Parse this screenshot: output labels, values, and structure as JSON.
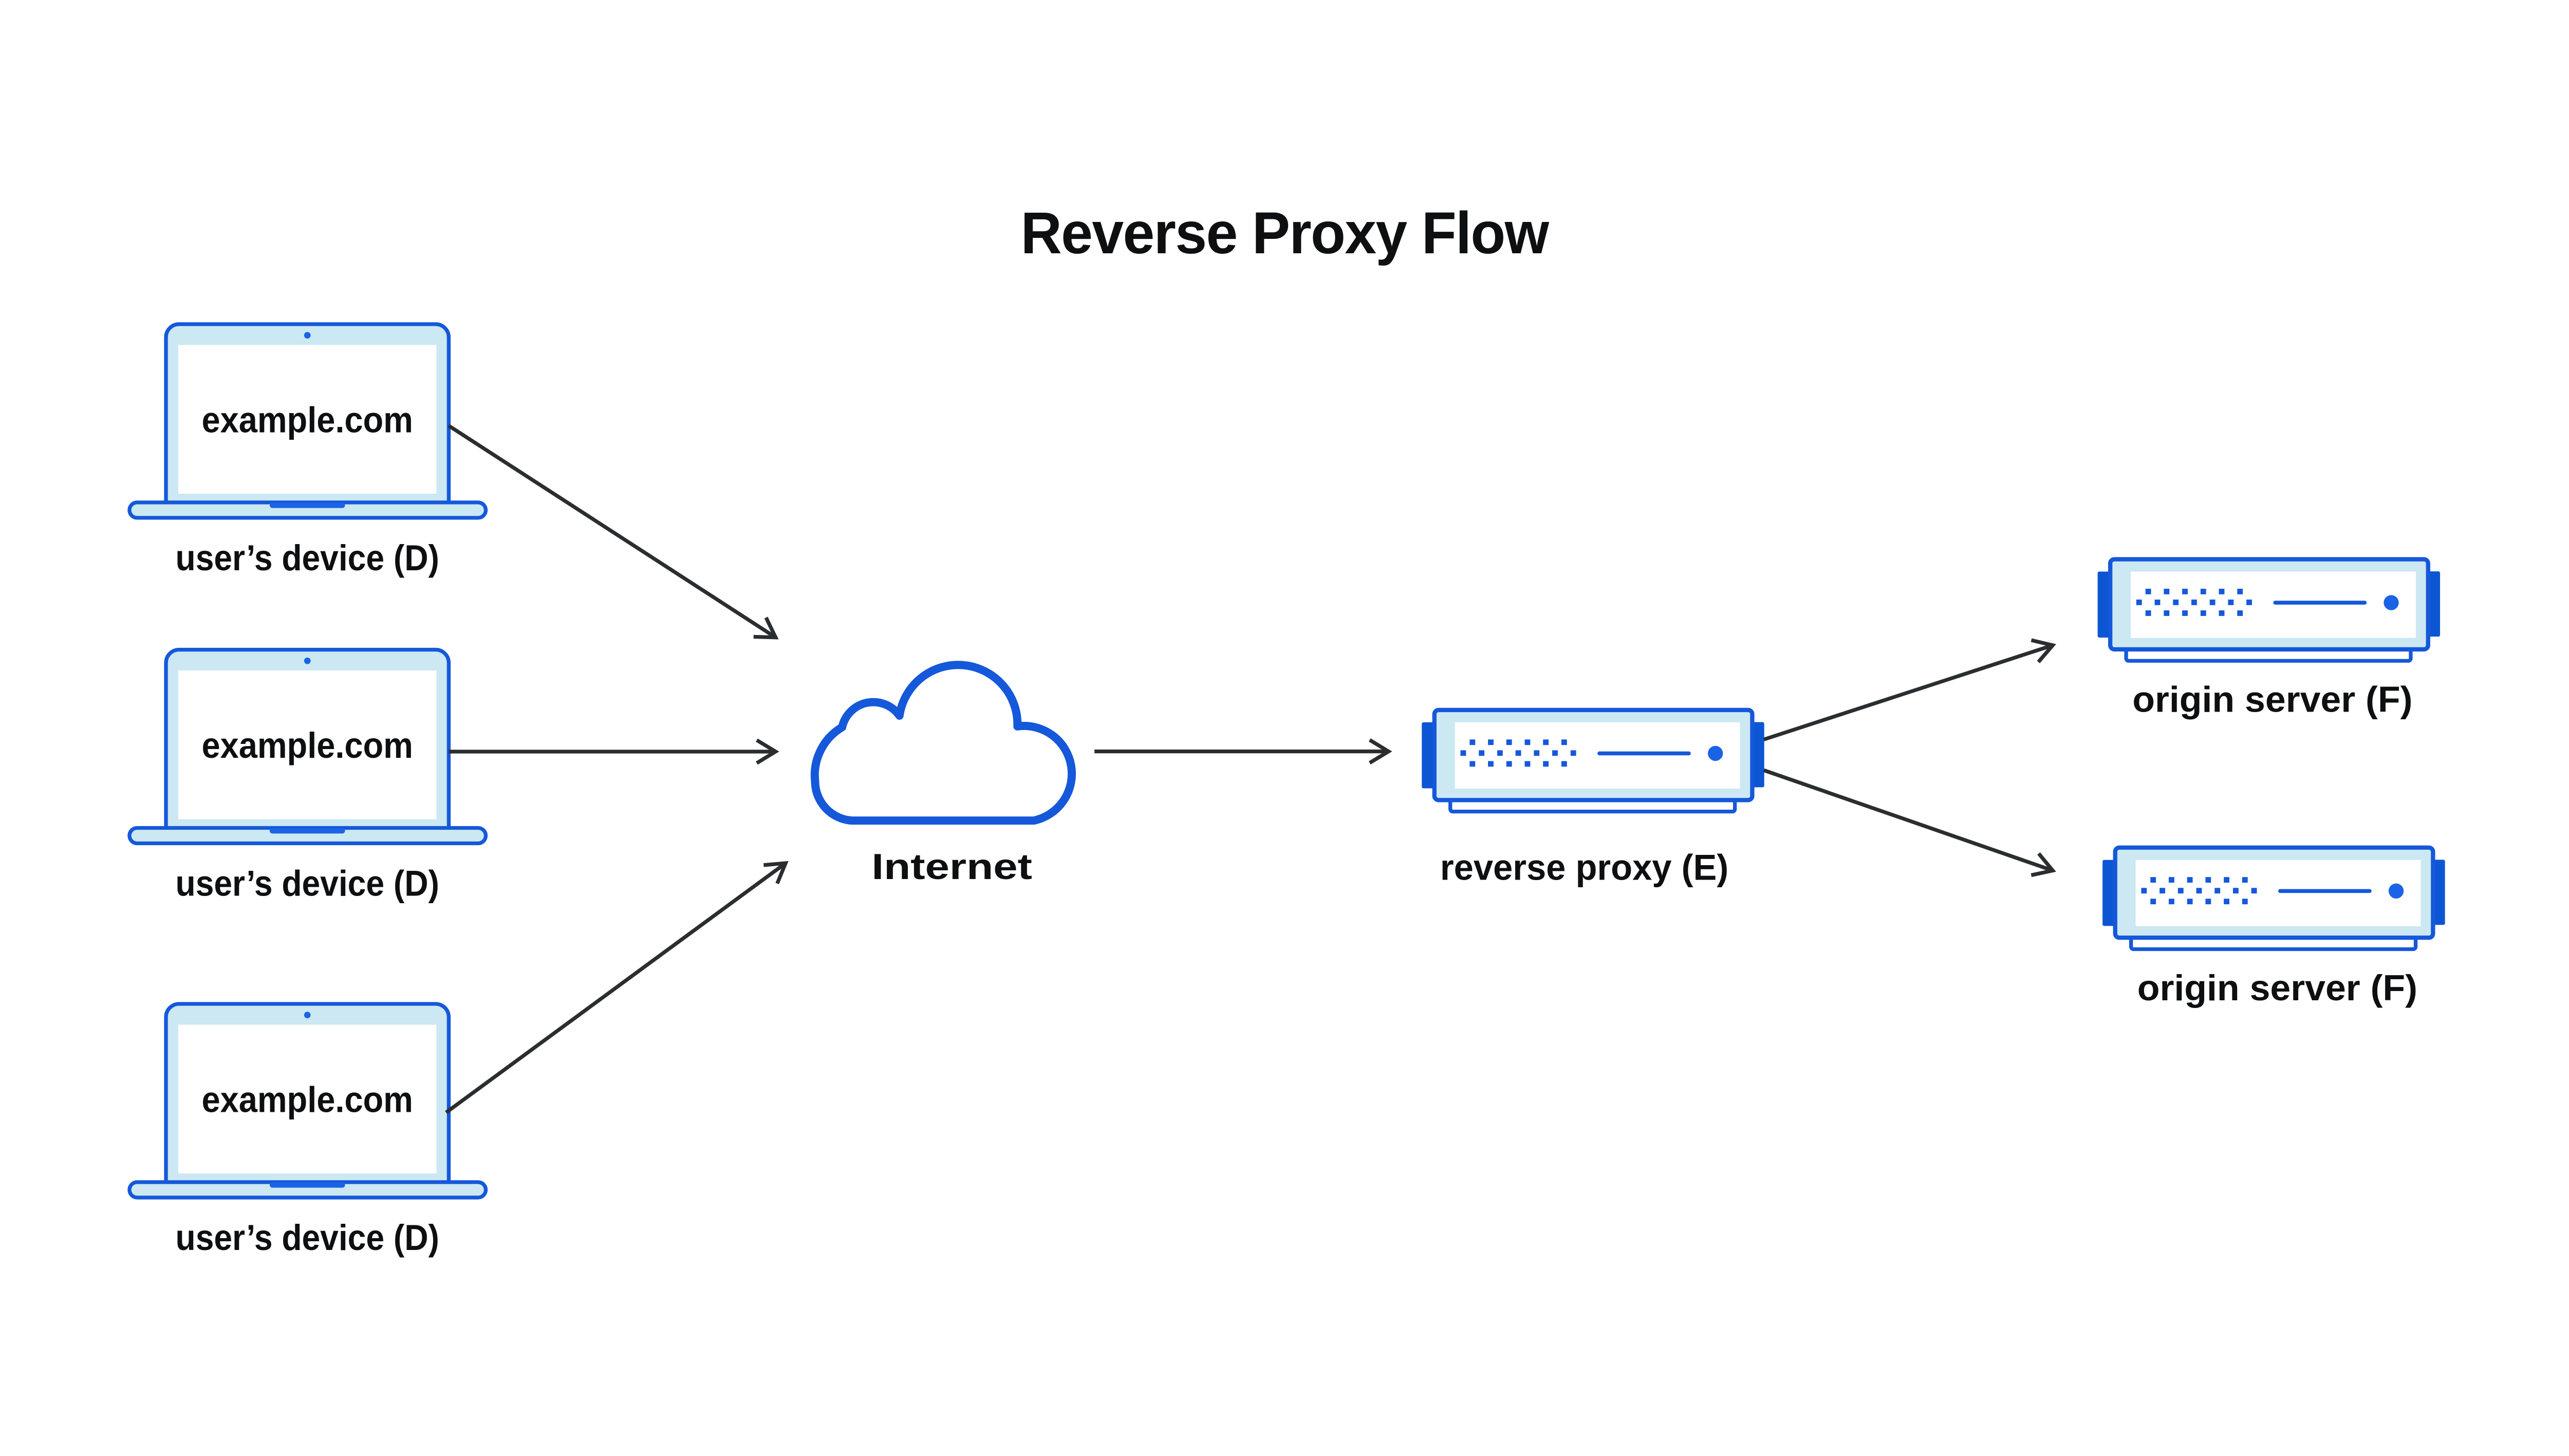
{
  "title": "Reverse Proxy Flow",
  "devices": [
    {
      "screen_text": "example.com",
      "label": "user’s device (D)"
    },
    {
      "screen_text": "example.com",
      "label": "user’s device (D)"
    },
    {
      "screen_text": "example.com",
      "label": "user’s device (D)"
    }
  ],
  "internet": {
    "label": "Internet"
  },
  "proxy": {
    "label": "reverse proxy (E)"
  },
  "origins": [
    {
      "label": "origin server (F)"
    },
    {
      "label": "origin server (F)"
    }
  ],
  "icons": {
    "device": "laptop-icon",
    "internet": "cloud-icon",
    "proxy": "rack-server-icon",
    "origin": "rack-server-icon",
    "connector": "arrow-icon"
  },
  "colors": {
    "accent": "#1558da",
    "bright": "#1b63e6",
    "tab": "#0d56d3",
    "light": "#cbe8f3",
    "arrow": "#2b2e30",
    "text": "#0e0f10",
    "background": "#ffffff"
  }
}
